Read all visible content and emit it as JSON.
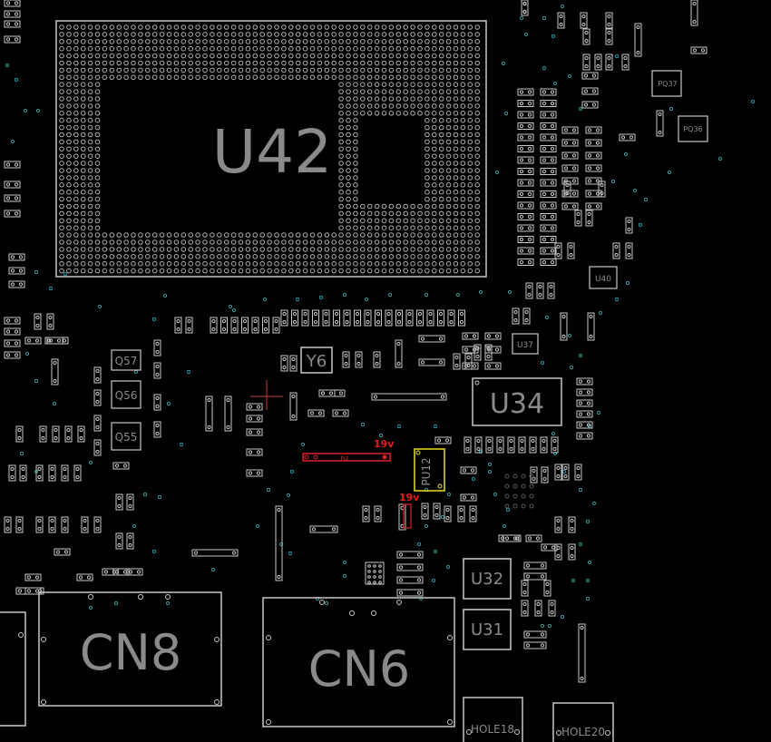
{
  "colors": {
    "background": "#000000",
    "outline": "#c8c8c8",
    "label": "#8a8a8a",
    "via": "#2f9a9a",
    "highlight_red": "#e02020",
    "highlight_yellow": "#e6e020",
    "cursor": "#c04040"
  },
  "components": {
    "u42": "U42",
    "cn8": "CN8",
    "cn6": "CN6",
    "u34": "U34",
    "u32": "U32",
    "u31": "U31",
    "y6": "Y6",
    "q57": "Q57",
    "q56": "Q56",
    "q55": "Q55",
    "u37": "U37",
    "u40": "U40",
    "pq37": "PQ37",
    "pq36": "PQ36",
    "pu12": "PU12",
    "pl2": "PL2",
    "hole18": "HOLE18",
    "hole20": "HOLE20"
  },
  "highlights": {
    "pl2_voltage": "19v",
    "pu12_voltage": "19v"
  }
}
